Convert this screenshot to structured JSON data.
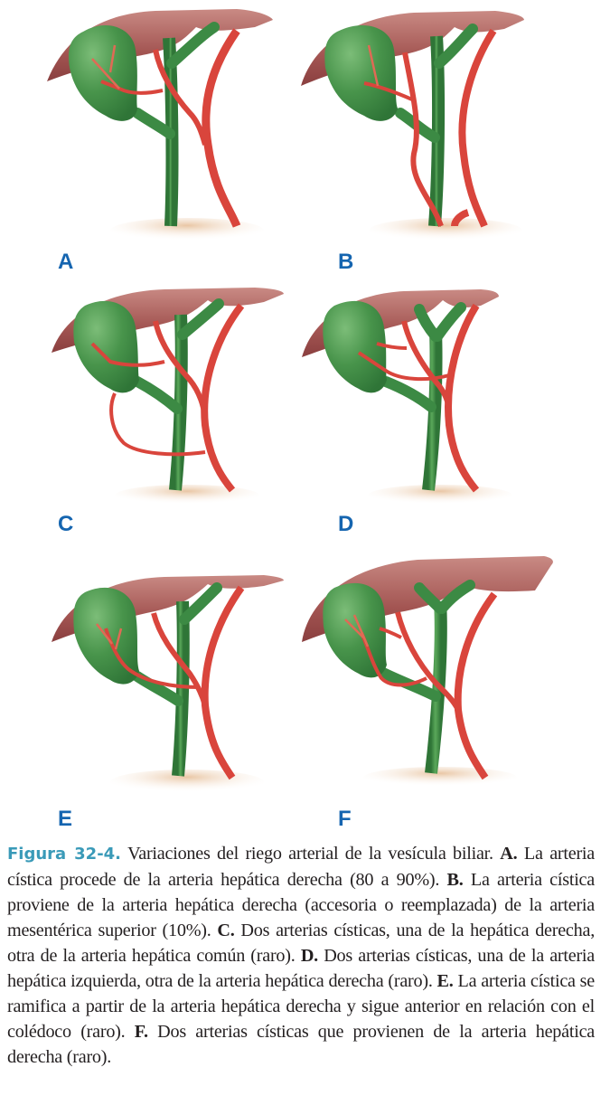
{
  "figure": {
    "label": "Figura 32-4.",
    "title": "Variaciones del riego arterial de la vesícula biliar.",
    "colors": {
      "label": "#3a9ab8",
      "panel_letter": "#1565b0",
      "liver": "#9c4a4a",
      "liver_light": "#c98a84",
      "gallbladder": "#3f8c46",
      "gallbladder_light": "#6fb26f",
      "duct": "#3c8a44",
      "artery": "#d9453c",
      "artery_light": "#ef8a7e",
      "duodenum": "#e8c9a8"
    }
  },
  "panels": [
    {
      "letter": "A",
      "cystic_arteries": 1,
      "origin": "arteria hepática derecha",
      "frequency": "80 a 90%"
    },
    {
      "letter": "B",
      "cystic_arteries": 1,
      "origin": "arteria hepática derecha (accesoria o reemplazada) de la arteria mesentérica superior",
      "frequency": "10%"
    },
    {
      "letter": "C",
      "cystic_arteries": 2,
      "origin": "hepática derecha y arteria hepática común",
      "frequency": "raro"
    },
    {
      "letter": "D",
      "cystic_arteries": 2,
      "origin": "arteria hepática izquierda y arteria hepática derecha",
      "frequency": "raro"
    },
    {
      "letter": "E",
      "cystic_arteries": 1,
      "origin": "arteria hepática derecha, anterior al colédoco",
      "frequency": "raro"
    },
    {
      "letter": "F",
      "cystic_arteries": 2,
      "origin": "arteria hepática derecha",
      "frequency": "raro"
    }
  ],
  "caption": {
    "segments": [
      {
        "bold": "A.",
        "text": " La arteria cística procede de la arteria hepática derecha (80 a 90%). "
      },
      {
        "bold": "B.",
        "text": " La arteria cística proviene de la arteria hepática derecha (accesoria o reemplazada) de la arteria mesentérica superior (10%). "
      },
      {
        "bold": "C.",
        "text": " Dos arterias císticas, una de la hepática derecha, otra de la arteria hepática común (raro). "
      },
      {
        "bold": "D.",
        "text": " Dos arterias císticas, una de la arteria hepática izquierda, otra de la arteria hepática derecha (raro). "
      },
      {
        "bold": "E.",
        "text": " La arteria cística se ramifica a partir de la arteria hepática derecha y sigue anterior en relación con el colédoco (raro). "
      },
      {
        "bold": "F.",
        "text": " Dos arterias císticas que provienen de la arteria hepática derecha (raro)."
      }
    ]
  }
}
